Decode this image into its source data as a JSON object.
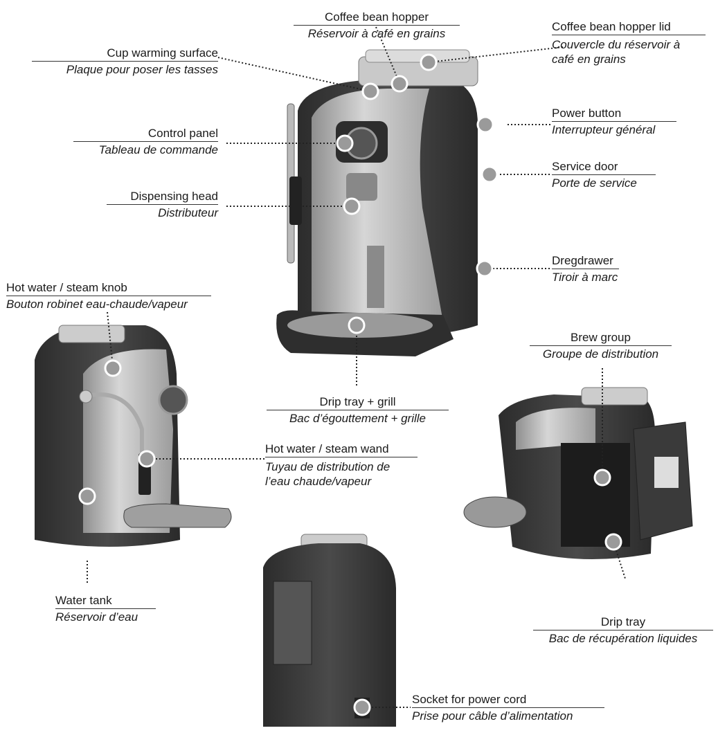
{
  "labels": {
    "hopper": {
      "en": "Coffee bean hopper",
      "fr": "Réservoir à café en grains"
    },
    "hopper_lid": {
      "en": "Coffee bean hopper lid",
      "fr1": "Couvercle du réservoir à",
      "fr2": "café en grains"
    },
    "cup_warming": {
      "en": "Cup warming surface",
      "fr": "Plaque pour poser les tasses"
    },
    "control_panel": {
      "en": "Control panel",
      "fr": "Tableau de commande"
    },
    "power_button": {
      "en": "Power button",
      "fr": "Interrupteur général"
    },
    "service_door": {
      "en": "Service door",
      "fr": "Porte de service"
    },
    "dispensing_head": {
      "en": "Dispensing head",
      "fr": "Distributeur"
    },
    "dregdrawer": {
      "en": "Dregdrawer",
      "fr": "Tiroir à marc"
    },
    "steam_knob": {
      "en": "Hot water / steam  knob",
      "fr": "Bouton robinet eau-chaude/vapeur"
    },
    "drip_tray_grill": {
      "en": "Drip tray + grill",
      "fr": "Bac d’égouttement + grille"
    },
    "brew_group": {
      "en": "Brew group",
      "fr": "Groupe de distribution"
    },
    "steam_wand": {
      "en": "Hot water  / steam wand",
      "fr1": "Tuyau de distribution de",
      "fr2": "l’eau chaude/vapeur"
    },
    "water_tank": {
      "en": "Water tank",
      "fr": "Réservoir d’eau"
    },
    "drip_tray": {
      "en": "Drip tray",
      "fr": "Bac de récupération liquides"
    },
    "socket": {
      "en": "Socket for power cord",
      "fr": "Prise pour câble d’alimentation"
    }
  },
  "colors": {
    "body_dark": "#3a3a3a",
    "body_silver": "#b9b9b9",
    "marker_fill": "#9a9a9a",
    "leader": "#222222"
  }
}
